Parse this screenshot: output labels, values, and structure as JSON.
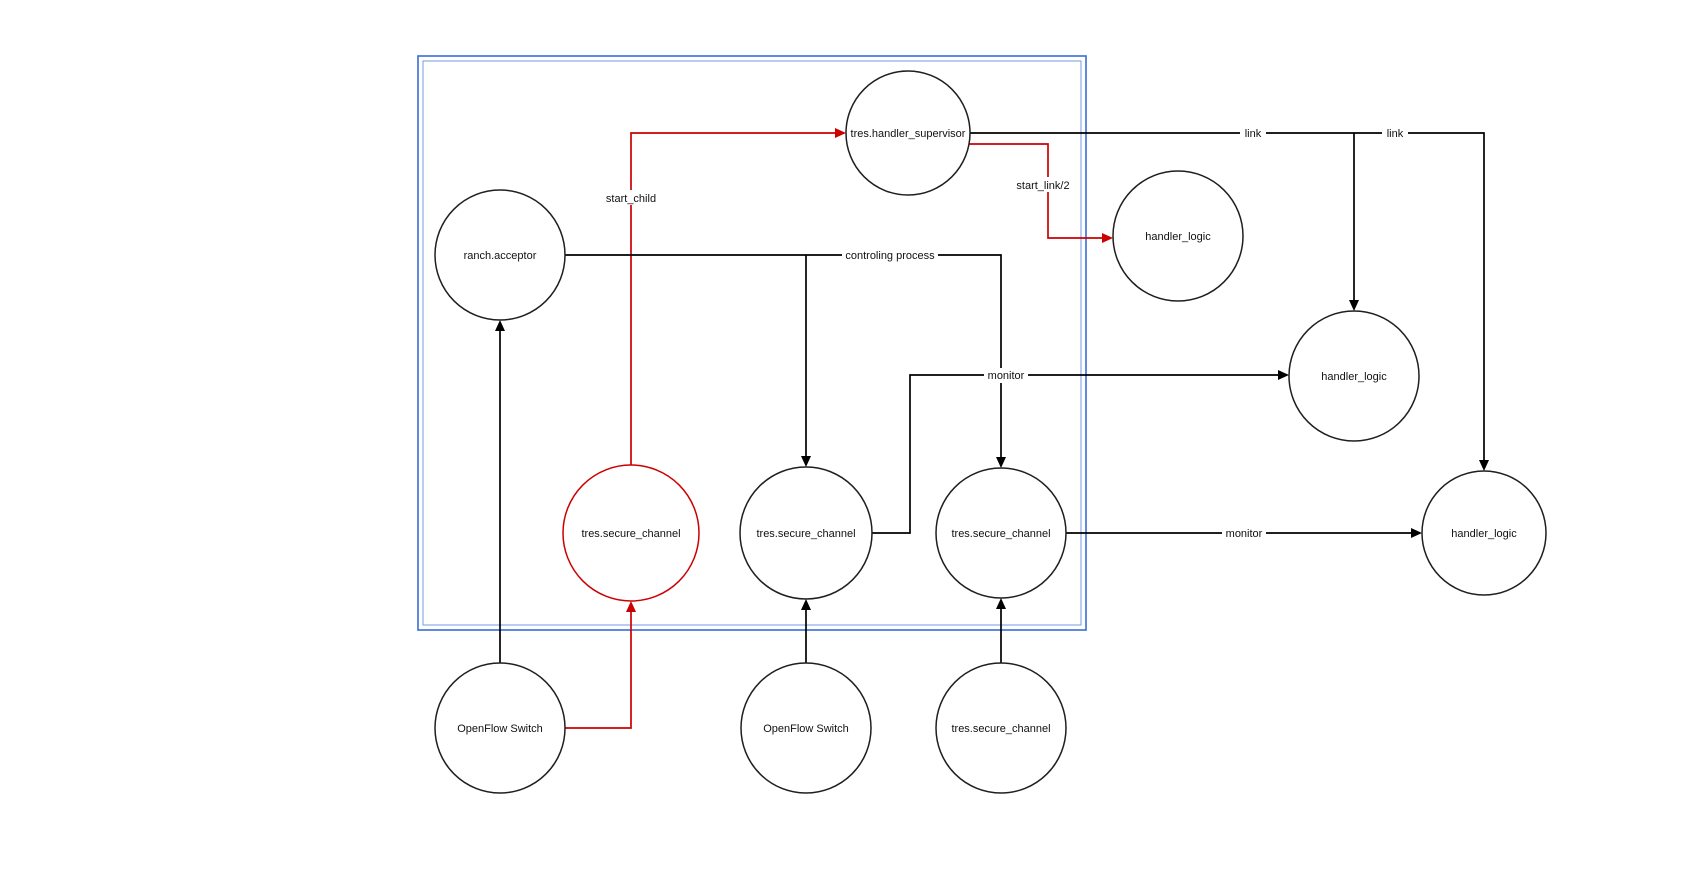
{
  "colors": {
    "frame": "#3b6cd8",
    "edge": "#000000",
    "highlight": "#cc0000",
    "node_fill": "#ffffff",
    "node_stroke": "#1f1f1f",
    "background": "#ffffff"
  },
  "diagram": {
    "nodes": {
      "supervisor": {
        "label": "tres.handler_supervisor",
        "highlighted": false
      },
      "acceptor": {
        "label": "ranch.acceptor",
        "highlighted": false
      },
      "handler_logic_top": {
        "label": "handler_logic",
        "highlighted": false
      },
      "handler_logic_mid": {
        "label": "handler_logic",
        "highlighted": false
      },
      "handler_logic_right": {
        "label": "handler_logic",
        "highlighted": false
      },
      "secure_channel_red": {
        "label": "tres.secure_channel",
        "highlighted": true
      },
      "secure_channel_mid": {
        "label": "tres.secure_channel",
        "highlighted": false
      },
      "secure_channel_right": {
        "label": "tres.secure_channel",
        "highlighted": false
      },
      "secure_channel_bottom": {
        "label": "tres.secure_channel",
        "highlighted": false
      },
      "openflow_left": {
        "label": "OpenFlow Switch",
        "highlighted": false
      },
      "openflow_mid": {
        "label": "OpenFlow Switch",
        "highlighted": false
      }
    },
    "edge_labels": {
      "start_child": "start_child",
      "start_link": "start_link/2",
      "link_a": "link",
      "link_b": "link",
      "controlling_process": "controling process",
      "monitor_a": "monitor",
      "monitor_b": "monitor"
    },
    "connections": [
      {
        "from": "openflow_left",
        "to": "acceptor",
        "label": "",
        "highlighted": false
      },
      {
        "from": "openflow_left",
        "to": "secure_channel_red",
        "label": "",
        "highlighted": true
      },
      {
        "from": "secure_channel_red",
        "to": "supervisor",
        "label": "start_child",
        "highlighted": true
      },
      {
        "from": "supervisor",
        "to": "handler_logic_top",
        "label": "start_link/2",
        "highlighted": true
      },
      {
        "from": "supervisor",
        "to": "handler_logic_mid",
        "label": "link",
        "highlighted": false
      },
      {
        "from": "supervisor",
        "to": "handler_logic_right",
        "label": "link",
        "highlighted": false
      },
      {
        "from": "acceptor",
        "to": "secure_channel_mid",
        "label": "controling process",
        "highlighted": false
      },
      {
        "from": "acceptor",
        "to": "secure_channel_right",
        "label": "controling process",
        "highlighted": false
      },
      {
        "from": "secure_channel_mid",
        "to": "handler_logic_mid",
        "label": "monitor",
        "highlighted": false
      },
      {
        "from": "secure_channel_right",
        "to": "handler_logic_right",
        "label": "monitor",
        "highlighted": false
      },
      {
        "from": "openflow_mid",
        "to": "secure_channel_mid",
        "label": "",
        "highlighted": false
      },
      {
        "from": "secure_channel_bottom",
        "to": "secure_channel_right",
        "label": "",
        "highlighted": false
      }
    ]
  }
}
